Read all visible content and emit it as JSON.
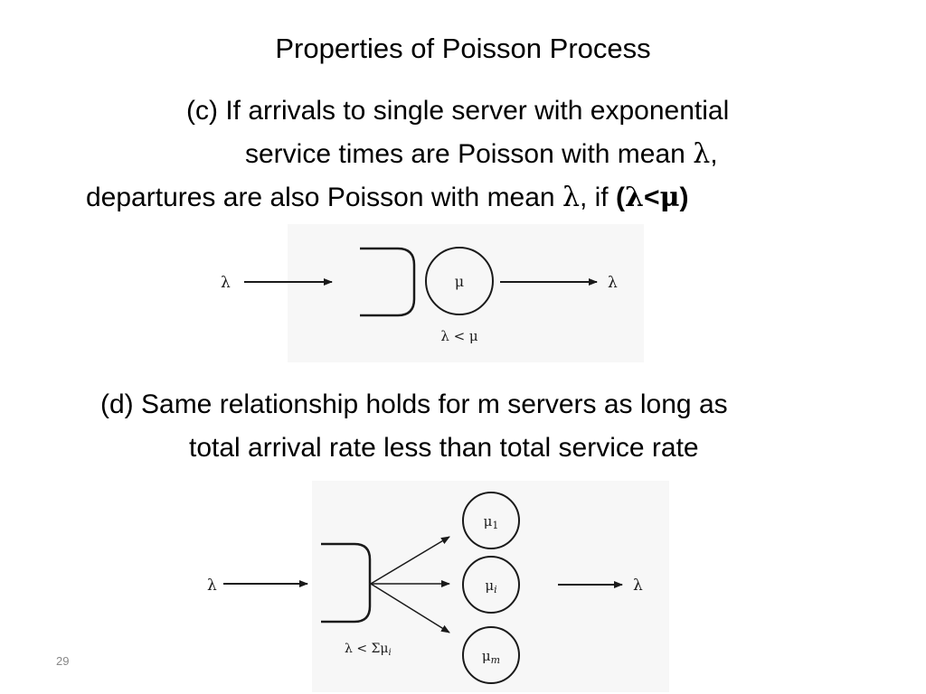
{
  "slide": {
    "title": "Properties of Poisson Process",
    "page_number": "29"
  },
  "part_c": {
    "line1": "(c) If arrivals to single server with exponential",
    "line2_text": "service times are Poisson with mean ",
    "line2_symbol": "λ",
    "line2_end": ",",
    "line3_text": "departures are also Poisson with mean ",
    "line3_symbol": "λ",
    "line3_mid": ", if ",
    "line3_condition_open": "(",
    "line3_condition_lambda": "λ",
    "line3_condition_lt": "<",
    "line3_condition_mu": "μ",
    "line3_condition_close": ")"
  },
  "diagram_single": {
    "input_label": "λ",
    "server_label": "μ",
    "output_label": "λ",
    "condition": "λ < μ"
  },
  "part_d": {
    "line1": "(d) Same relationship holds for m servers as long as",
    "line2": "total arrival rate less than total service rate"
  },
  "diagram_multi": {
    "input_label": "λ",
    "servers": [
      {
        "base": "μ",
        "sub": "1"
      },
      {
        "base": "μ",
        "sub": "i"
      },
      {
        "base": "μ",
        "sub": "m"
      }
    ],
    "output_label": "λ",
    "condition_prefix": "λ < Σμ",
    "condition_sub": "i"
  },
  "colors": {
    "text": "#000000",
    "diagram_ink": "#1a1a1a",
    "scan_background": "#f7f7f7"
  }
}
